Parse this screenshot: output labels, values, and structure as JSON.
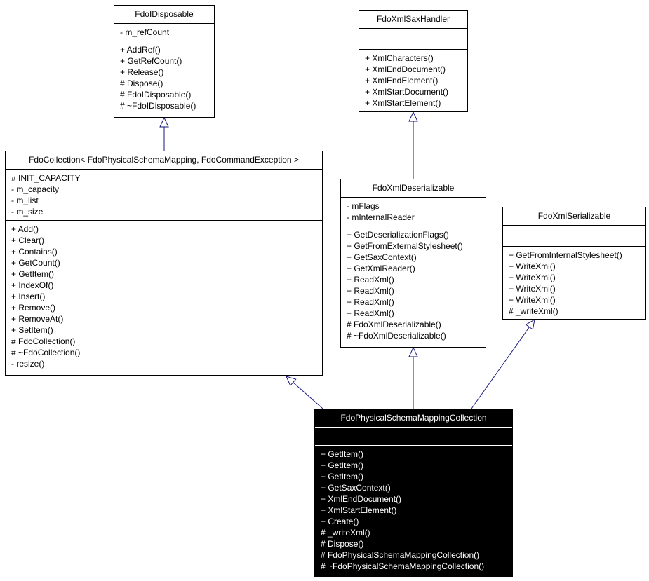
{
  "classes": {
    "fdo_idisposable": {
      "name": "FdoIDisposable",
      "attributes": [
        "- m_refCount"
      ],
      "operations": [
        "+ AddRef()",
        "+ GetRefCount()",
        "+ Release()",
        "# Dispose()",
        "# FdoIDisposable()",
        "# ~FdoIDisposable()"
      ]
    },
    "fdo_xml_sax_handler": {
      "name": "FdoXmlSaxHandler",
      "attributes": [],
      "operations": [
        "+ XmlCharacters()",
        "+ XmlEndDocument()",
        "+ XmlEndElement()",
        "+ XmlStartDocument()",
        "+ XmlStartElement()"
      ]
    },
    "fdo_collection": {
      "name": "FdoCollection< FdoPhysicalSchemaMapping, FdoCommandException >",
      "attributes": [
        "# INIT_CAPACITY",
        "- m_capacity",
        "- m_list",
        "- m_size"
      ],
      "operations": [
        "+ Add()",
        "+ Clear()",
        "+ Contains()",
        "+ GetCount()",
        "+ GetItem()",
        "+ IndexOf()",
        "+ Insert()",
        "+ Remove()",
        "+ RemoveAt()",
        "+ SetItem()",
        "# FdoCollection()",
        "# ~FdoCollection()",
        "- resize()"
      ]
    },
    "fdo_xml_deserializable": {
      "name": "FdoXmlDeserializable",
      "attributes": [
        "- mFlags",
        "- mInternalReader"
      ],
      "operations": [
        "+ GetDeserializationFlags()",
        "+ GetFromExternalStylesheet()",
        "+ GetSaxContext()",
        "+ GetXmlReader()",
        "+ ReadXml()",
        "+ ReadXml()",
        "+ ReadXml()",
        "+ ReadXml()",
        "# FdoXmlDeserializable()",
        "# ~FdoXmlDeserializable()"
      ]
    },
    "fdo_xml_serializable": {
      "name": "FdoXmlSerializable",
      "attributes": [],
      "operations": [
        "+ GetFromInternalStylesheet()",
        "+ WriteXml()",
        "+ WriteXml()",
        "+ WriteXml()",
        "+ WriteXml()",
        "# _writeXml()"
      ]
    },
    "fdo_physical_schema_mapping_collection": {
      "name": "FdoPhysicalSchemaMappingCollection",
      "attributes": [],
      "operations": [
        "+ GetItem()",
        "+ GetItem()",
        "+ GetItem()",
        "+ GetSaxContext()",
        "+ XmlEndDocument()",
        "+ XmlStartElement()",
        "+ Create()",
        "# _writeXml()",
        "# Dispose()",
        "# FdoPhysicalSchemaMappingCollection()",
        "# ~FdoPhysicalSchemaMappingCollection()"
      ]
    }
  },
  "relations": [
    {
      "kind": "generalization",
      "child": "FdoCollection< FdoPhysicalSchemaMapping, FdoCommandException >",
      "parent": "FdoIDisposable"
    },
    {
      "kind": "generalization",
      "child": "FdoXmlDeserializable",
      "parent": "FdoXmlSaxHandler"
    },
    {
      "kind": "generalization",
      "child": "FdoPhysicalSchemaMappingCollection",
      "parent": "FdoCollection< FdoPhysicalSchemaMapping, FdoCommandException >"
    },
    {
      "kind": "generalization",
      "child": "FdoPhysicalSchemaMappingCollection",
      "parent": "FdoXmlDeserializable"
    },
    {
      "kind": "generalization",
      "child": "FdoPhysicalSchemaMappingCollection",
      "parent": "FdoXmlSerializable"
    }
  ],
  "colors": {
    "edge": "#1a1a7a",
    "box_border": "#000000",
    "highlight_fill": "#000000",
    "highlight_text": "#ffffff"
  }
}
